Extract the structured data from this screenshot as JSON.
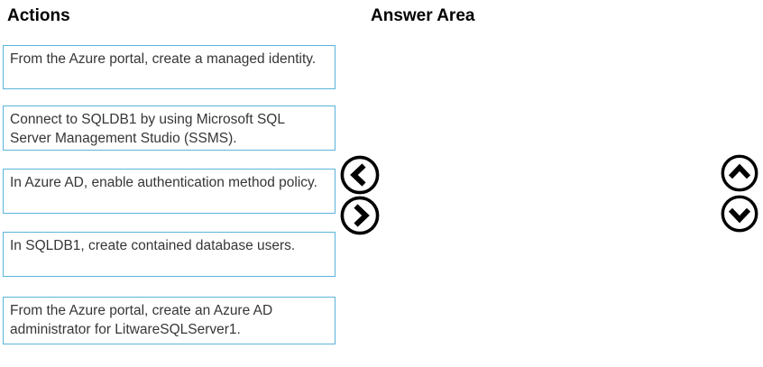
{
  "headers": {
    "actions": "Actions",
    "answer_area": "Answer Area"
  },
  "actions": {
    "items": [
      {
        "label": "From the Azure portal, create a managed identity."
      },
      {
        "label": "Connect to SQLDB1 by using Microsoft SQL Server Management Studio (SSMS)."
      },
      {
        "label": "In Azure AD, enable authentication method policy."
      },
      {
        "label": "In SQLDB1, create contained database users."
      },
      {
        "label": "From the Azure portal, create an Azure AD administrator for LitwareSQLServer1."
      }
    ]
  },
  "answer_area": {
    "items": []
  },
  "icons": {
    "move_left": "chevron-left-circle",
    "move_right": "chevron-right-circle",
    "move_up": "chevron-up-circle",
    "move_down": "chevron-down-circle"
  },
  "colors": {
    "action_box_border": "#5bb4da",
    "text": "#363636",
    "heading": "#000000",
    "icon": "#000000",
    "bg": "#ffffff"
  }
}
